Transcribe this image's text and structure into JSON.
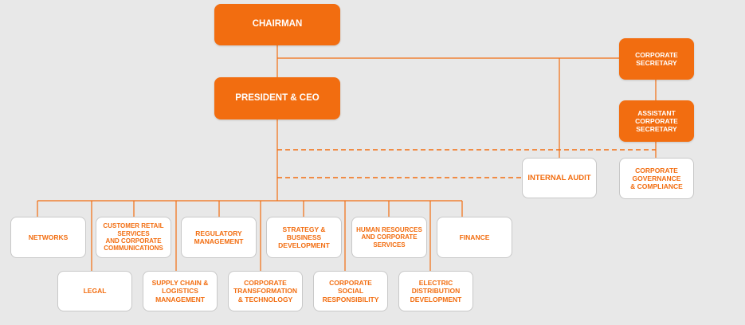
{
  "chart": {
    "chairman": "CHAIRMAN",
    "president_ceo": "PRESIDENT & CEO",
    "corporate_secretary": "CORPORATE\nSECRETARY",
    "assistant_corporate_secretary": "ASSISTANT\nCORPORATE\nSECRETARY",
    "internal_audit": "INTERNAL AUDIT",
    "corporate_governance": "CORPORATE\nGOVERNANCE\n& COMPLIANCE",
    "departments_top": [
      "NETWORKS",
      "CUSTOMER RETAIL\nSERVICES\nAND CORPORATE\nCOMMUNICATIONS",
      "REGULATORY\nMANAGEMENT",
      "STRATEGY &\nBUSINESS\nDEVELOPMENT",
      "HUMAN RESOURCES\nAND CORPORATE\nSERVICES",
      "FINANCE"
    ],
    "departments_bottom": [
      "LEGAL",
      "SUPPLY CHAIN &\nLOGISTICS\nMANAGEMENT",
      "CORPORATE\nTRANSFORMATION\n& TECHNOLOGY",
      "CORPORATE\nSOCIAL\nRESPONSIBILITY",
      "ELECTRIC\nDISTRIBUTION\nDEVELOPMENT"
    ]
  },
  "colors": {
    "accent": "#f26d10",
    "background": "#e8e8e8",
    "box_border": "#c8c8c8"
  }
}
